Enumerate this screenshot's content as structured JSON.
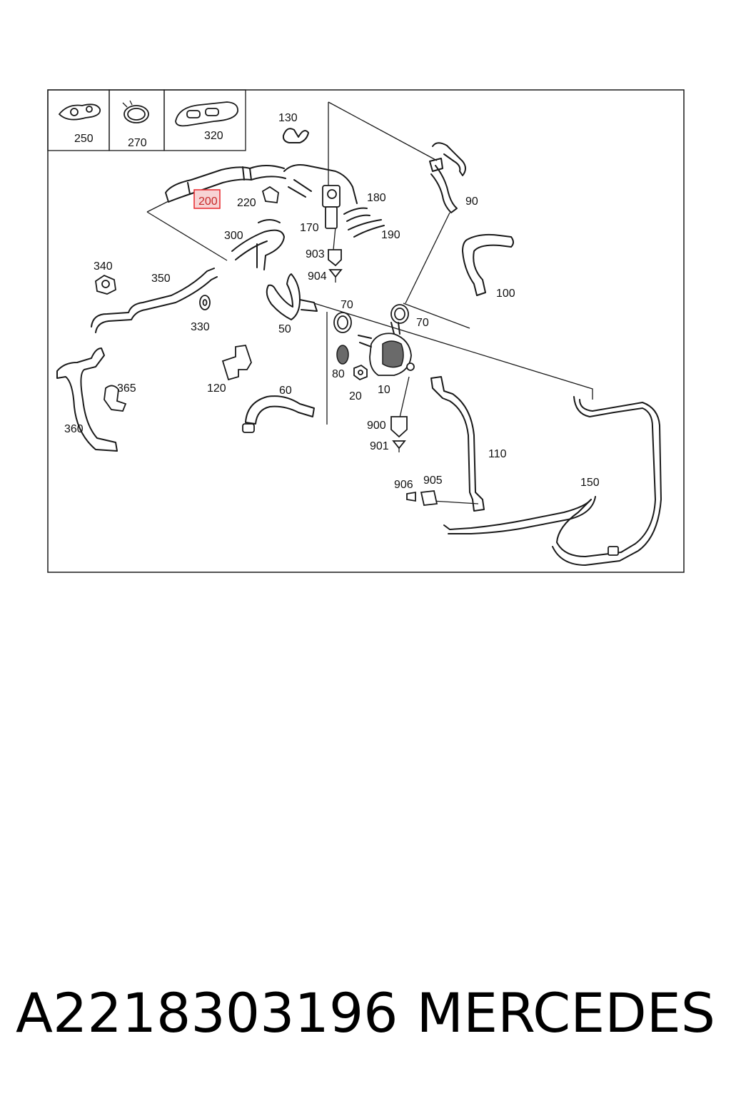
{
  "diagram": {
    "highlighted_part": "200",
    "callouts": {
      "c250": "250",
      "c270": "270",
      "c320": "320",
      "c130": "130",
      "c200": "200",
      "c220": "220",
      "c180": "180",
      "c170": "170",
      "c190": "190",
      "c90": "90",
      "c300": "300",
      "c903": "903",
      "c904": "904",
      "c340": "340",
      "c350": "350",
      "c100": "100",
      "c330": "330",
      "c50": "50",
      "c70a": "70",
      "c70b": "70",
      "c80": "80",
      "c120": "120",
      "c365": "365",
      "c20": "20",
      "c10": "10",
      "c60": "60",
      "c360": "360",
      "c900": "900",
      "c901": "901",
      "c110": "110",
      "c906": "906",
      "c905": "905",
      "c150": "150"
    },
    "colors": {
      "highlight": "#e8272c",
      "highlight_fill": "#f7d3d4",
      "line": "#1a1a1a"
    }
  },
  "footer": {
    "part_number": "A2218303196",
    "brand": "MERCEDES"
  }
}
